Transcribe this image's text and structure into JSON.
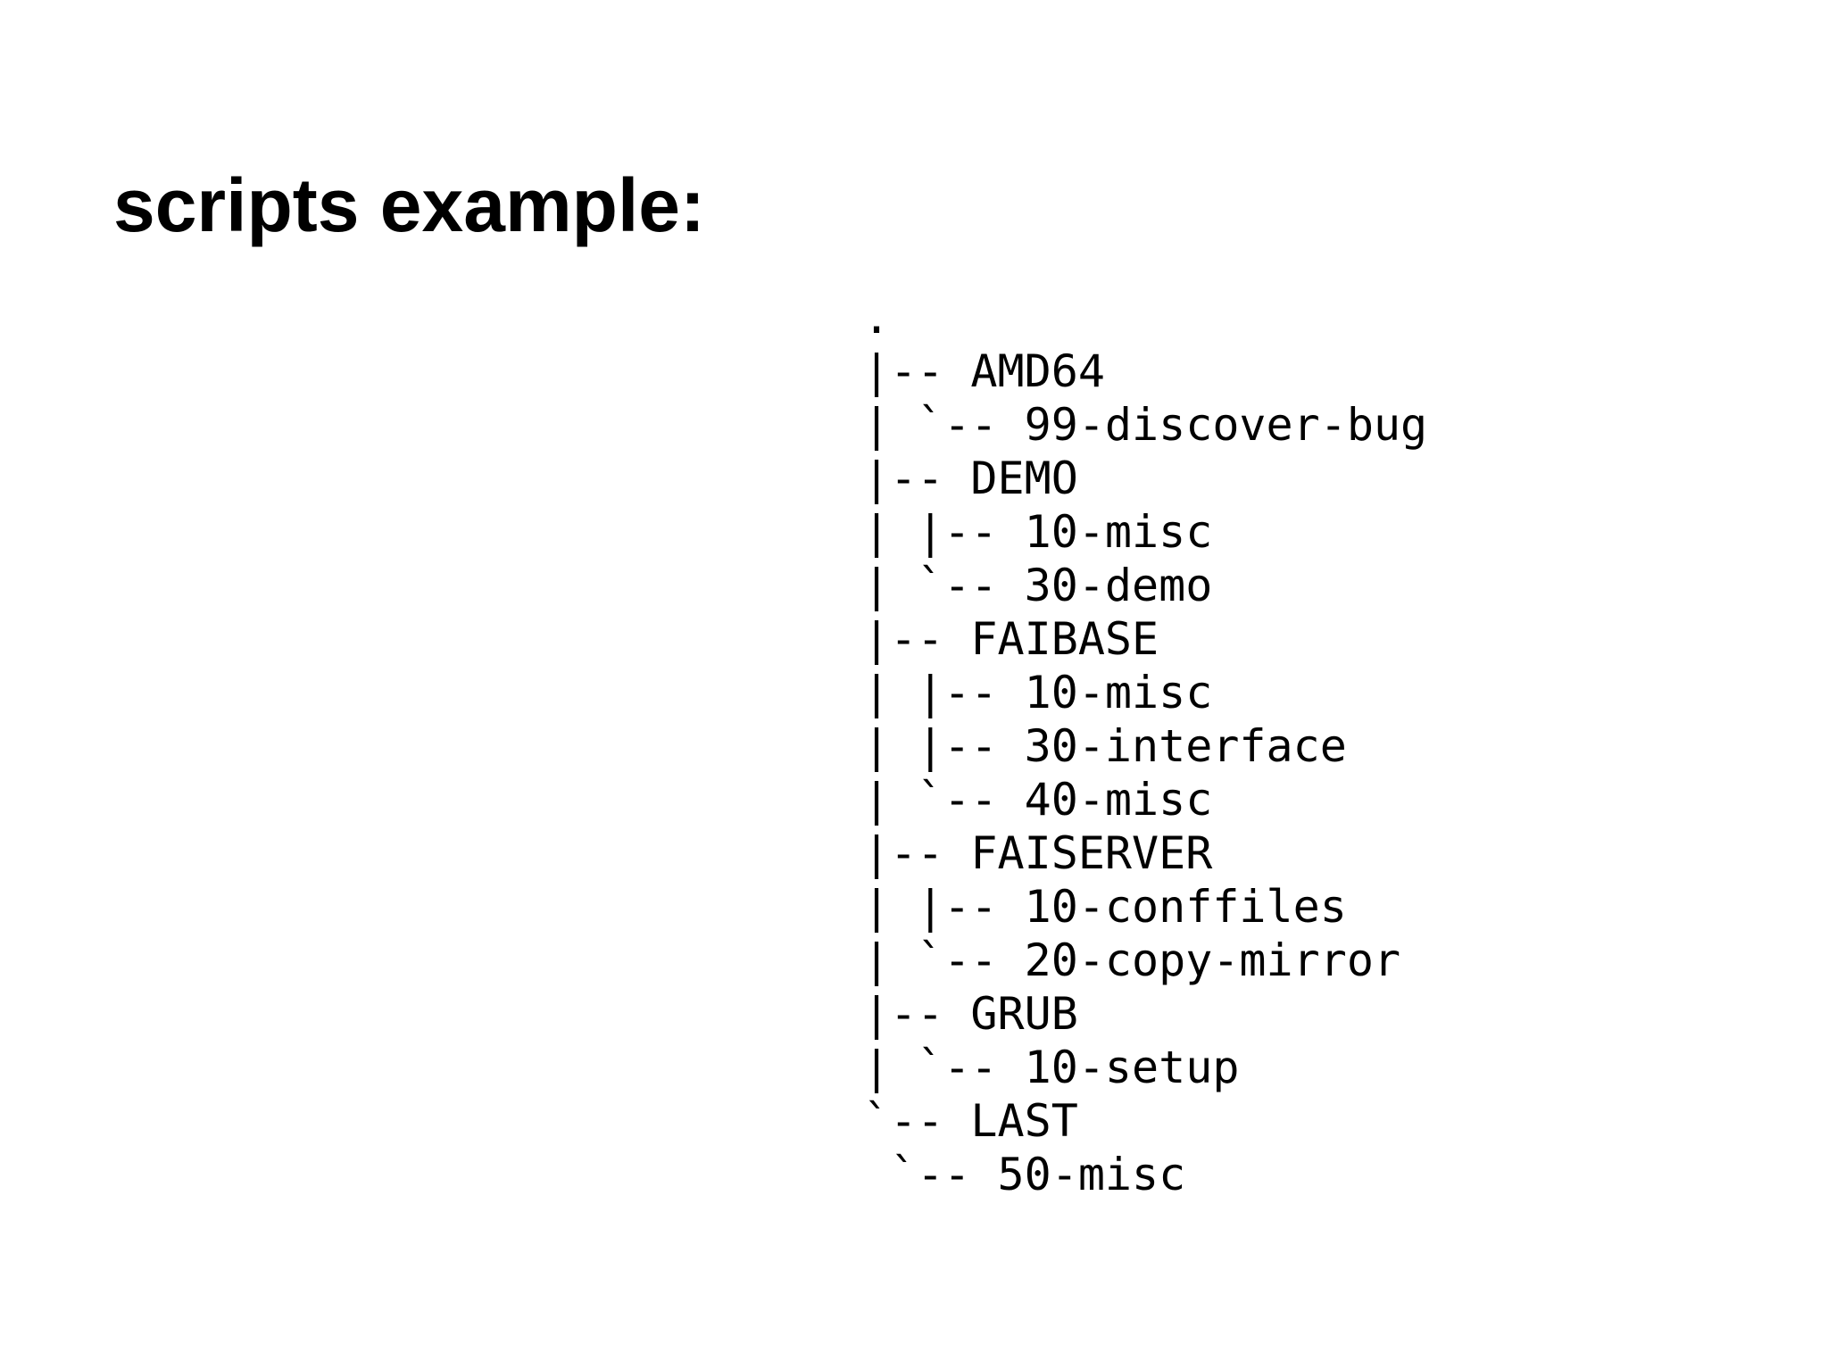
{
  "slide": {
    "title": "scripts example:"
  },
  "tree": {
    "lines": [
      ".",
      "|-- AMD64",
      "| `-- 99-discover-bug",
      "|-- DEMO",
      "| |-- 10-misc",
      "| `-- 30-demo",
      "|-- FAIBASE",
      "| |-- 10-misc",
      "| |-- 30-interface",
      "| `-- 40-misc",
      "|-- FAISERVER",
      "| |-- 10-conffiles",
      "| `-- 20-copy-mirror",
      "|-- GRUB",
      "| `-- 10-setup",
      "`-- LAST",
      " `-- 50-misc"
    ]
  },
  "colors": {
    "background": "#ffffff",
    "text": "#000000"
  }
}
